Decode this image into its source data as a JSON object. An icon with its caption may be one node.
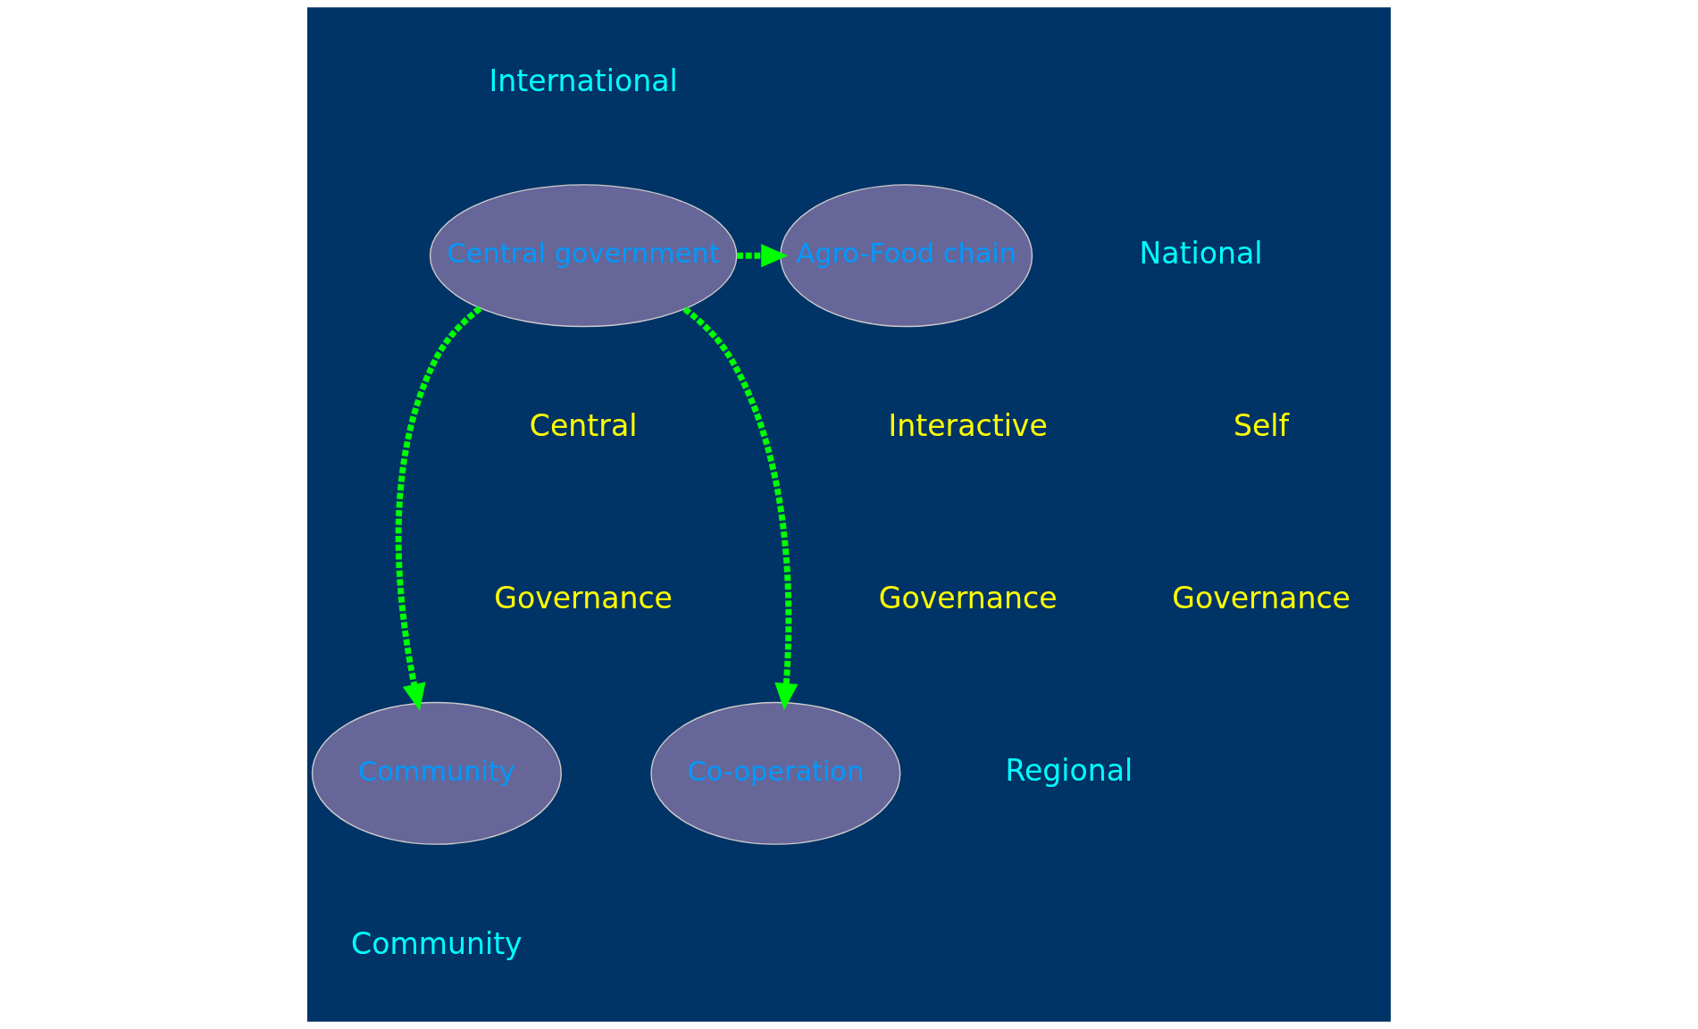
{
  "diagram": {
    "nodes": [
      {
        "text": [
          "Central government"
        ]
      },
      {
        "text": [
          "Agro-Food chain"
        ]
      },
      {
        "text": [
          "Community"
        ]
      },
      {
        "text": [
          "Co-operation"
        ]
      }
    ],
    "edges": [
      {
        "from": 0,
        "to": 1,
        "arrow": "to",
        "style": "dashed"
      },
      {
        "from": 0,
        "to": 3,
        "arrow": "to",
        "style": "dashed"
      },
      {
        "from": 0,
        "to": 2,
        "arrow": "to",
        "style": "dashed"
      }
    ],
    "labels": [
      "International",
      "National",
      "Central",
      "Interactive",
      "Self",
      "Governance",
      "Governance",
      "Governance",
      "Regional",
      "Community"
    ]
  }
}
